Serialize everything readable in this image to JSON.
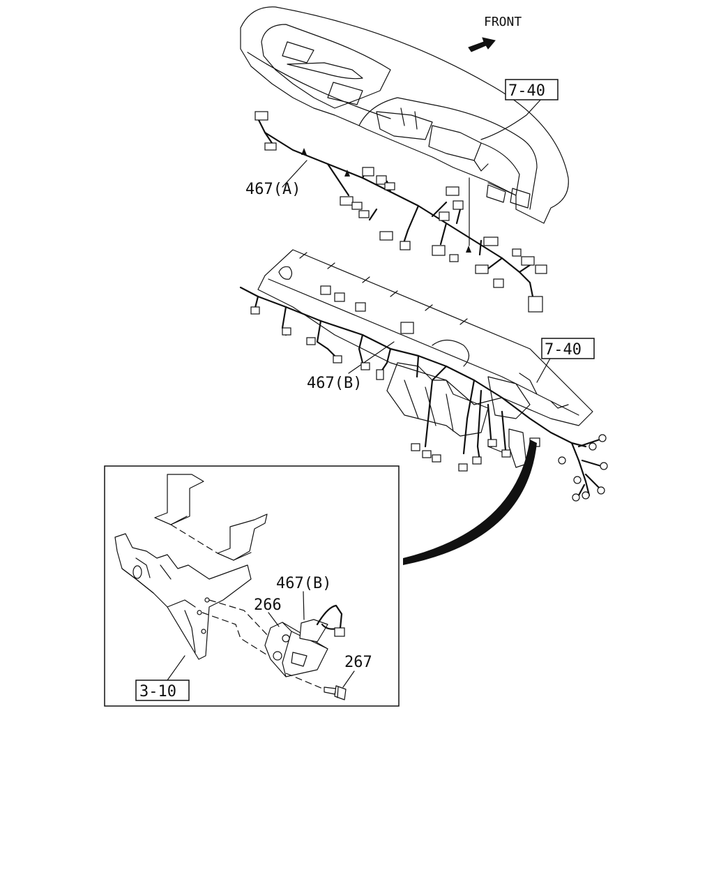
{
  "diagram": {
    "front_label": "FRONT",
    "callouts": {
      "ref_7_40_top": "7-40",
      "ref_7_40_mid": "7-40",
      "ref_3_10": "3-10",
      "part_467a": "467(A)",
      "part_467b_main": "467(B)",
      "part_467b_inset": "467(B)",
      "part_266": "266",
      "part_267": "267"
    }
  }
}
